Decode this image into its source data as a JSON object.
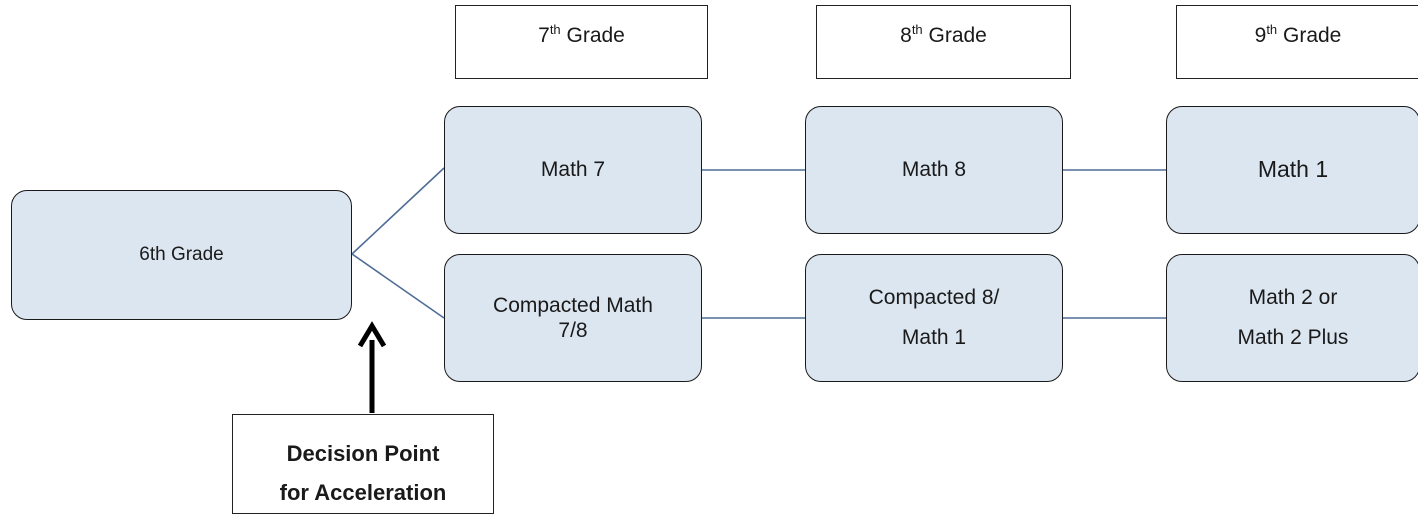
{
  "colors": {
    "node_fill": "#dce6f1",
    "node_border": "#1a1a1a",
    "connector": "#4f6d96",
    "arrow": "#000000"
  },
  "grade_headers": [
    {
      "number": "7",
      "suffix": "th",
      "label": "Grade"
    },
    {
      "number": "8",
      "suffix": "th",
      "label": "Grade"
    },
    {
      "number": "9",
      "suffix": "th",
      "label": "Grade"
    }
  ],
  "nodes": {
    "sixth_grade": "6th Grade",
    "math7": "Math 7",
    "math8": "Math 8",
    "math1": "Math 1",
    "compacted78": {
      "line1": "Compacted Math",
      "line2": "7/8"
    },
    "compacted8": {
      "line1": "Compacted 8/",
      "line2": "Math 1"
    },
    "math2": {
      "line1": "Math 2 or",
      "line2": "Math 2 Plus"
    }
  },
  "callout": {
    "line1": "Decision Point",
    "line2": "for Acceleration"
  }
}
